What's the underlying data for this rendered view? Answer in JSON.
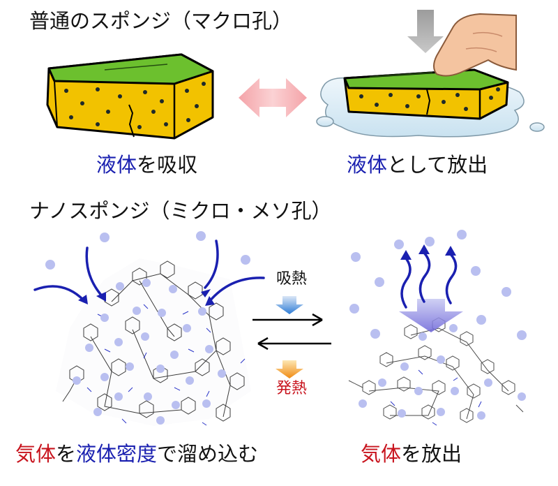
{
  "colors": {
    "liquid_blue": "#1a20b0",
    "gas_red": "#c8141e",
    "sponge_yellow": "#f2c200",
    "sponge_green": "#6cc02e",
    "arrow_pink": "#f59aa0",
    "molecule_lavender": "#b9bff0"
  },
  "top": {
    "title": "普通のスポンジ（マクロ孔）",
    "left_caption": {
      "part1": "液体",
      "part2": "を吸収"
    },
    "right_caption": {
      "part1": "液体",
      "part2": "として放出"
    }
  },
  "bottom": {
    "title": "ナノスポンジ（ミクロ・メソ孔）",
    "absorb_heat_label": "吸熱",
    "release_heat_label": "発熱",
    "left_caption": {
      "p1": "気体",
      "p2": "を",
      "p3": "液体密度",
      "p4": "で溜め込む"
    },
    "right_caption": {
      "p1": "気体",
      "p2": "を放出"
    }
  }
}
